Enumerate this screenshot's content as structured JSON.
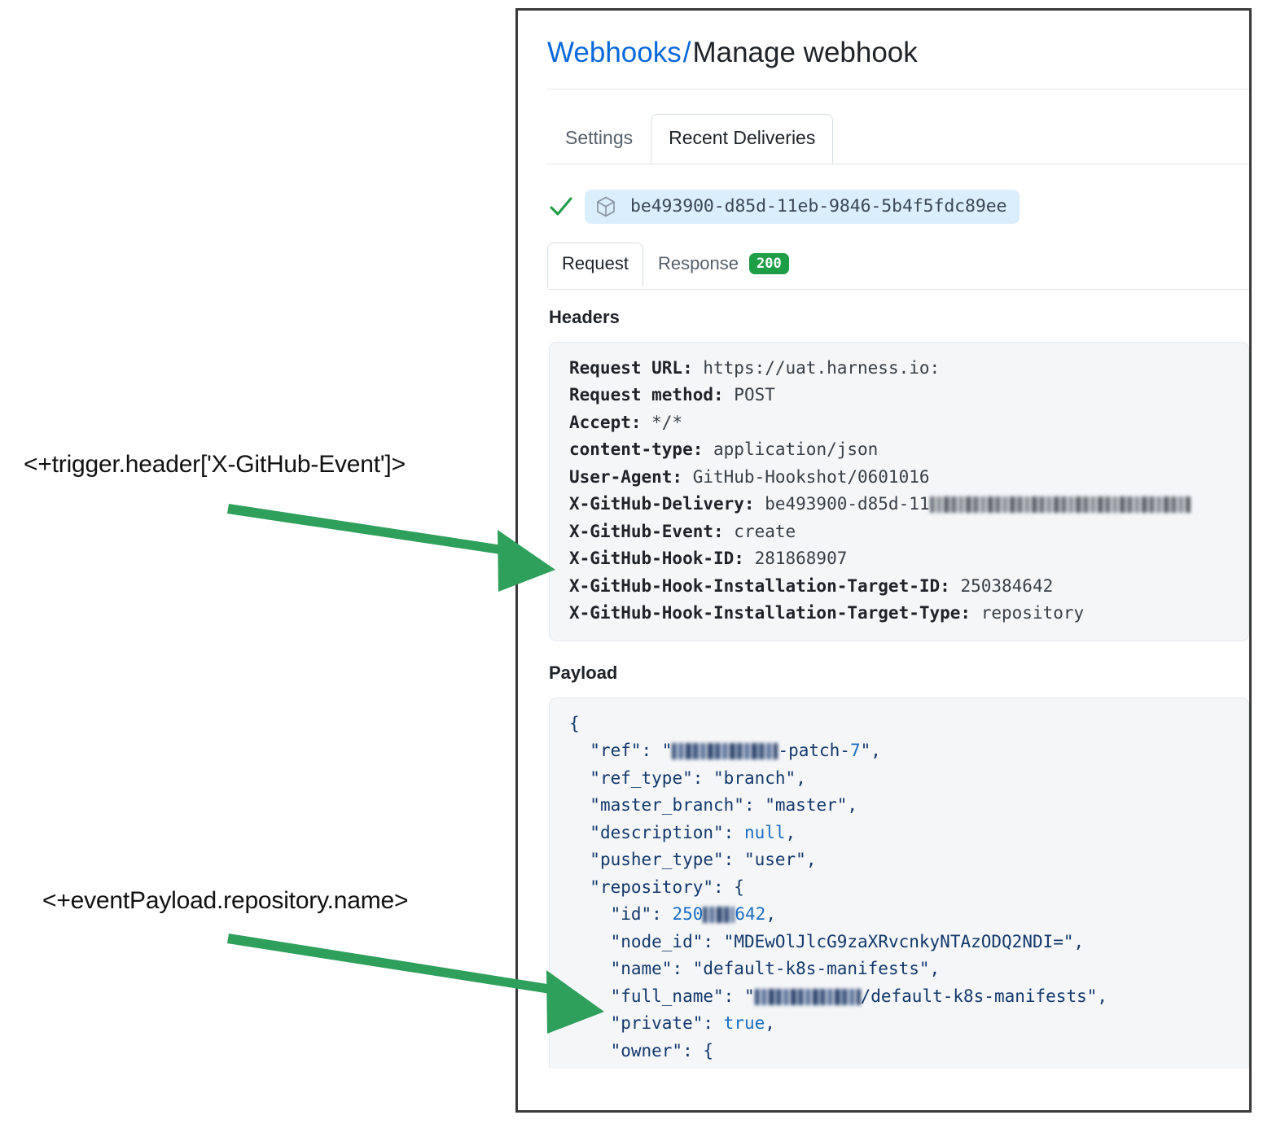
{
  "annotations": [
    {
      "id": "header-annotation",
      "text": "<+trigger.header['X-GitHub-Event']>"
    },
    {
      "id": "payload-annotation",
      "text": "<+eventPayload.repository.name>"
    }
  ],
  "panel": {
    "breadcrumb": {
      "link": "Webhooks",
      "separator": "/",
      "current": "Manage webhook"
    },
    "main_tabs": [
      {
        "label": "Settings",
        "selected": false
      },
      {
        "label": "Recent Deliveries",
        "selected": true
      }
    ],
    "delivery": {
      "status_icon": "check-icon",
      "package_icon": "package-icon",
      "id": "be493900-d85d-11eb-9846-5b4f5fdc89ee"
    },
    "detail_tabs": [
      {
        "label": "Request",
        "selected": true,
        "badge": null
      },
      {
        "label": "Response",
        "selected": false,
        "badge": "200"
      }
    ],
    "headers_section": {
      "heading": "Headers",
      "rows": [
        {
          "key": "Request URL:",
          "value": "https://uat.harness.io:",
          "redacted": false
        },
        {
          "key": "Request method:",
          "value": "POST",
          "redacted": false
        },
        {
          "key": "Accept:",
          "value": "*/*",
          "redacted": false
        },
        {
          "key": "content-type:",
          "value": "application/json",
          "redacted": false
        },
        {
          "key": "User-Agent:",
          "value": "GitHub-Hookshot/0601016",
          "redacted": false
        },
        {
          "key": "X-GitHub-Delivery:",
          "value": "be493900-d85d-11",
          "redacted": true,
          "redacted_width": 320
        },
        {
          "key": "X-GitHub-Event:",
          "value": "create",
          "redacted": false
        },
        {
          "key": "X-GitHub-Hook-ID:",
          "value": "281868907",
          "redacted": false
        },
        {
          "key": "X-GitHub-Hook-Installation-Target-ID:",
          "value": "250384642",
          "redacted": false
        },
        {
          "key": "X-GitHub-Hook-Installation-Target-Type:",
          "value": "repository",
          "redacted": false
        }
      ]
    },
    "payload_section": {
      "heading": "Payload",
      "lines": [
        "{",
        "  \"ref\": \"▮▮▮▮▮▮▮▮▮▮-patch-7\",",
        "  \"ref_type\": \"branch\",",
        "  \"master_branch\": \"master\",",
        "  \"description\": null,",
        "  \"pusher_type\": \"user\",",
        "  \"repository\": {",
        "    \"id\": 250▮▮▮642,",
        "    \"node_id\": \"MDEwOlJlcG9zaXRvcnkyNTAzODQ2NDI=\",",
        "    \"name\": \"default-k8s-manifests\",",
        "    \"full_name\": \"▮▮▮▮▮▮▮▮▮▮/default-k8s-manifests\",",
        "    \"private\": true,",
        "    \"owner\": {"
      ]
    }
  },
  "colors": {
    "link": "#0969da",
    "arrow_green": "#2ea05c",
    "status_green": "#1f9e48",
    "badge_blue": "#dbeefd",
    "code_bg": "#f4f6f8",
    "json_key": "#14386b",
    "json_literal": "#1b6ec2"
  }
}
